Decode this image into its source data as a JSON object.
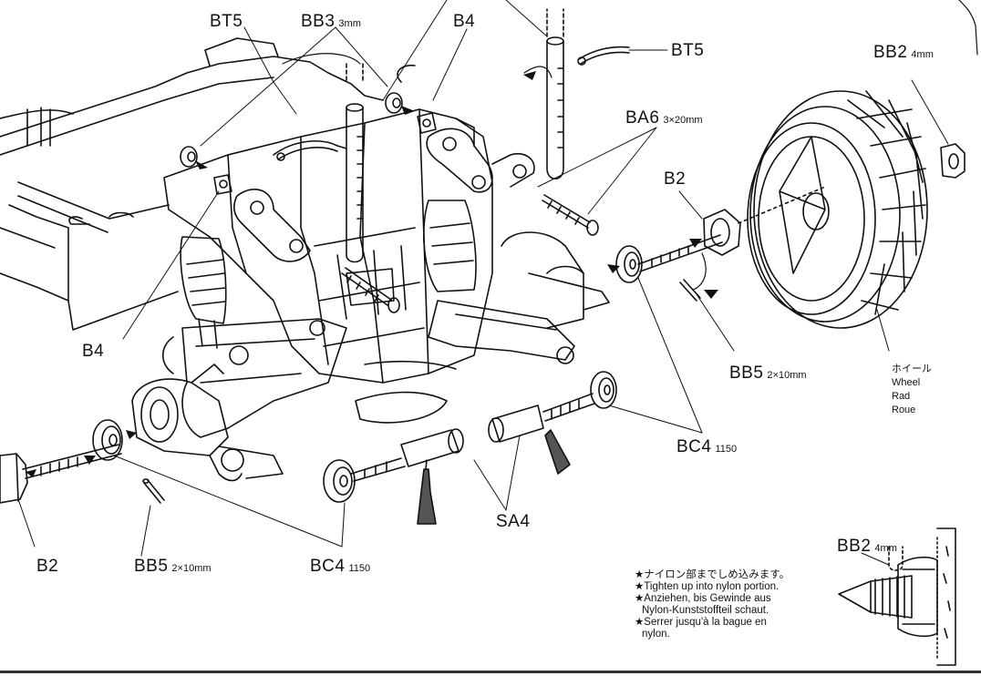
{
  "labels": {
    "bt5_top_left": "BT5",
    "bb3": {
      "code": "BB3",
      "size": "3mm"
    },
    "b4_top": "B4",
    "bt5_right": "BT5",
    "bb2_wheel": {
      "code": "BB2",
      "size": "4mm"
    },
    "ba6": {
      "code": "BA6",
      "size": "3×20mm"
    },
    "b2_hub": "B2",
    "b4_left": "B4",
    "bb5_right": {
      "code": "BB5",
      "size": "2×10mm"
    },
    "bc4_right": {
      "code": "BC4",
      "size": "1150"
    },
    "sa4": "SA4",
    "b2_bottom": "B2",
    "bb5_bottom": {
      "code": "BB5",
      "size": "2×10mm"
    },
    "bc4_bottom": {
      "code": "BC4",
      "size": "1150"
    },
    "bb2_inset": {
      "code": "BB2",
      "size": "4mm"
    }
  },
  "wheel": {
    "jp": "ホイール",
    "en": "Wheel",
    "de": "Rad",
    "fr": "Roue"
  },
  "note": {
    "jp": "★ナイロン部までしめ込みます。",
    "en": "★Tighten up into nylon portion.",
    "de_1": "★Anziehen, bis Gewinde aus",
    "de_2": "Nylon-Kunststoffteil schaut.",
    "fr_1": "★Serrer jusqu'à la bague en",
    "fr_2": "nylon."
  },
  "colors": {
    "ink": "#111111",
    "paper": "#ffffff",
    "shade": "#555555"
  }
}
